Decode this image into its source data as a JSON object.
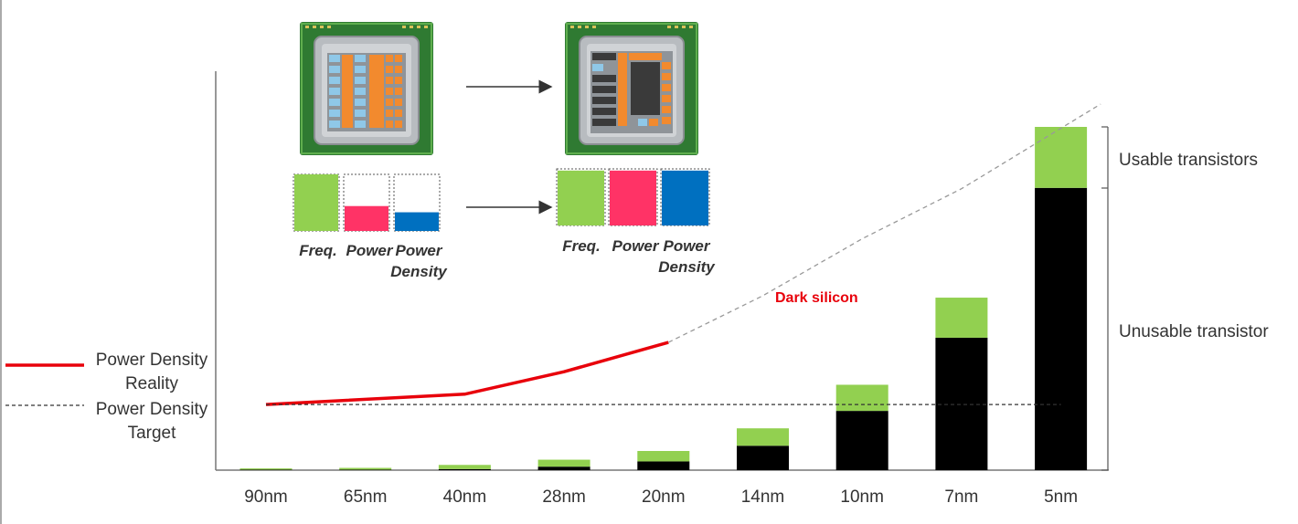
{
  "chart_data": {
    "type": "bar",
    "categories": [
      "90nm",
      "65nm",
      "40nm",
      "28nm",
      "20nm",
      "14nm",
      "10nm",
      "7nm",
      "5nm"
    ],
    "series": [
      {
        "name": "Unusable transistor",
        "color": "#000000",
        "values": [
          0.3,
          0.3,
          0.6,
          2,
          5,
          14,
          34,
          76,
          162
        ]
      },
      {
        "name": "Usable transistors",
        "color": "#92d050",
        "values": [
          0.7,
          1,
          2.4,
          4,
          6,
          10,
          15,
          23,
          35
        ]
      }
    ],
    "y_max": 197,
    "lines": [
      {
        "name": "Power Density Reality",
        "color": "#e8000b",
        "style": "solid",
        "x": [
          0,
          2,
          3,
          4.05
        ],
        "y": [
          38,
          44,
          57,
          74
        ]
      },
      {
        "name": "",
        "color": "#999999",
        "style": "dashed",
        "x": [
          4.05,
          5,
          6,
          7,
          8.4
        ],
        "y": [
          74,
          101,
          134,
          163,
          212
        ]
      },
      {
        "name": "Power Density Target",
        "color": "#333333",
        "style": "dashed",
        "x": [
          0,
          8
        ],
        "y": [
          38,
          38
        ]
      }
    ],
    "y_range": [
      0,
      230
    ],
    "annotation": "Dark silicon",
    "right_labels": [
      "Usable transistors",
      "Unusable transistor"
    ],
    "legend": [
      {
        "text_lines": [
          "Power Density",
          "Reality"
        ],
        "color": "#e8000b",
        "style": "solid"
      },
      {
        "text_lines": [
          "Power Density",
          "Target"
        ],
        "color": "#333333",
        "style": "dashed"
      }
    ],
    "inset": {
      "left_bars": {
        "labels": [
          "Freq.",
          "Power",
          "Power Density"
        ],
        "fill": [
          1.0,
          0.44,
          0.33
        ],
        "colors": [
          "#92d050",
          "#ff3366",
          "#0070c0"
        ]
      },
      "right_bars": {
        "labels": [
          "Freq.",
          "Power",
          "Power Density"
        ],
        "fill": [
          0.97,
          0.97,
          0.97
        ],
        "colors": [
          "#92d050",
          "#ff3366",
          "#0070c0"
        ]
      }
    }
  }
}
